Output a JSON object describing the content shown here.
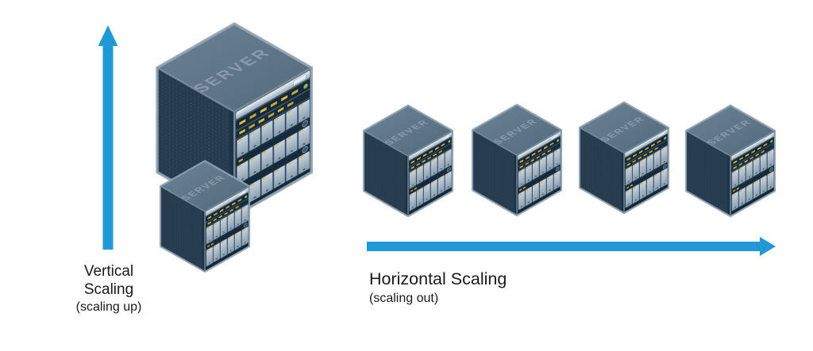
{
  "diagram": {
    "background_color": "#ffffff",
    "server_label": "SERVER",
    "vertical_scaling": {
      "label_line1": "Vertical",
      "label_line2": "Scaling",
      "sublabel": "(scaling up)",
      "arrow_direction": "up",
      "server_count": 2
    },
    "horizontal_scaling": {
      "label": "Horizontal Scaling",
      "sublabel": "(scaling out)",
      "arrow_direction": "right",
      "server_count": 4
    },
    "colors": {
      "arrow_blue": "#2199d6",
      "label_text": "#1a1a1a",
      "server_top": "#5d7486",
      "server_side": "#263a4d",
      "server_front": "#35495c",
      "server_edge_highlight": "#8fa3b2",
      "led_amber": "#d9b83a",
      "led_green": "#7fc241",
      "bay_light": "#c9d4de"
    }
  }
}
